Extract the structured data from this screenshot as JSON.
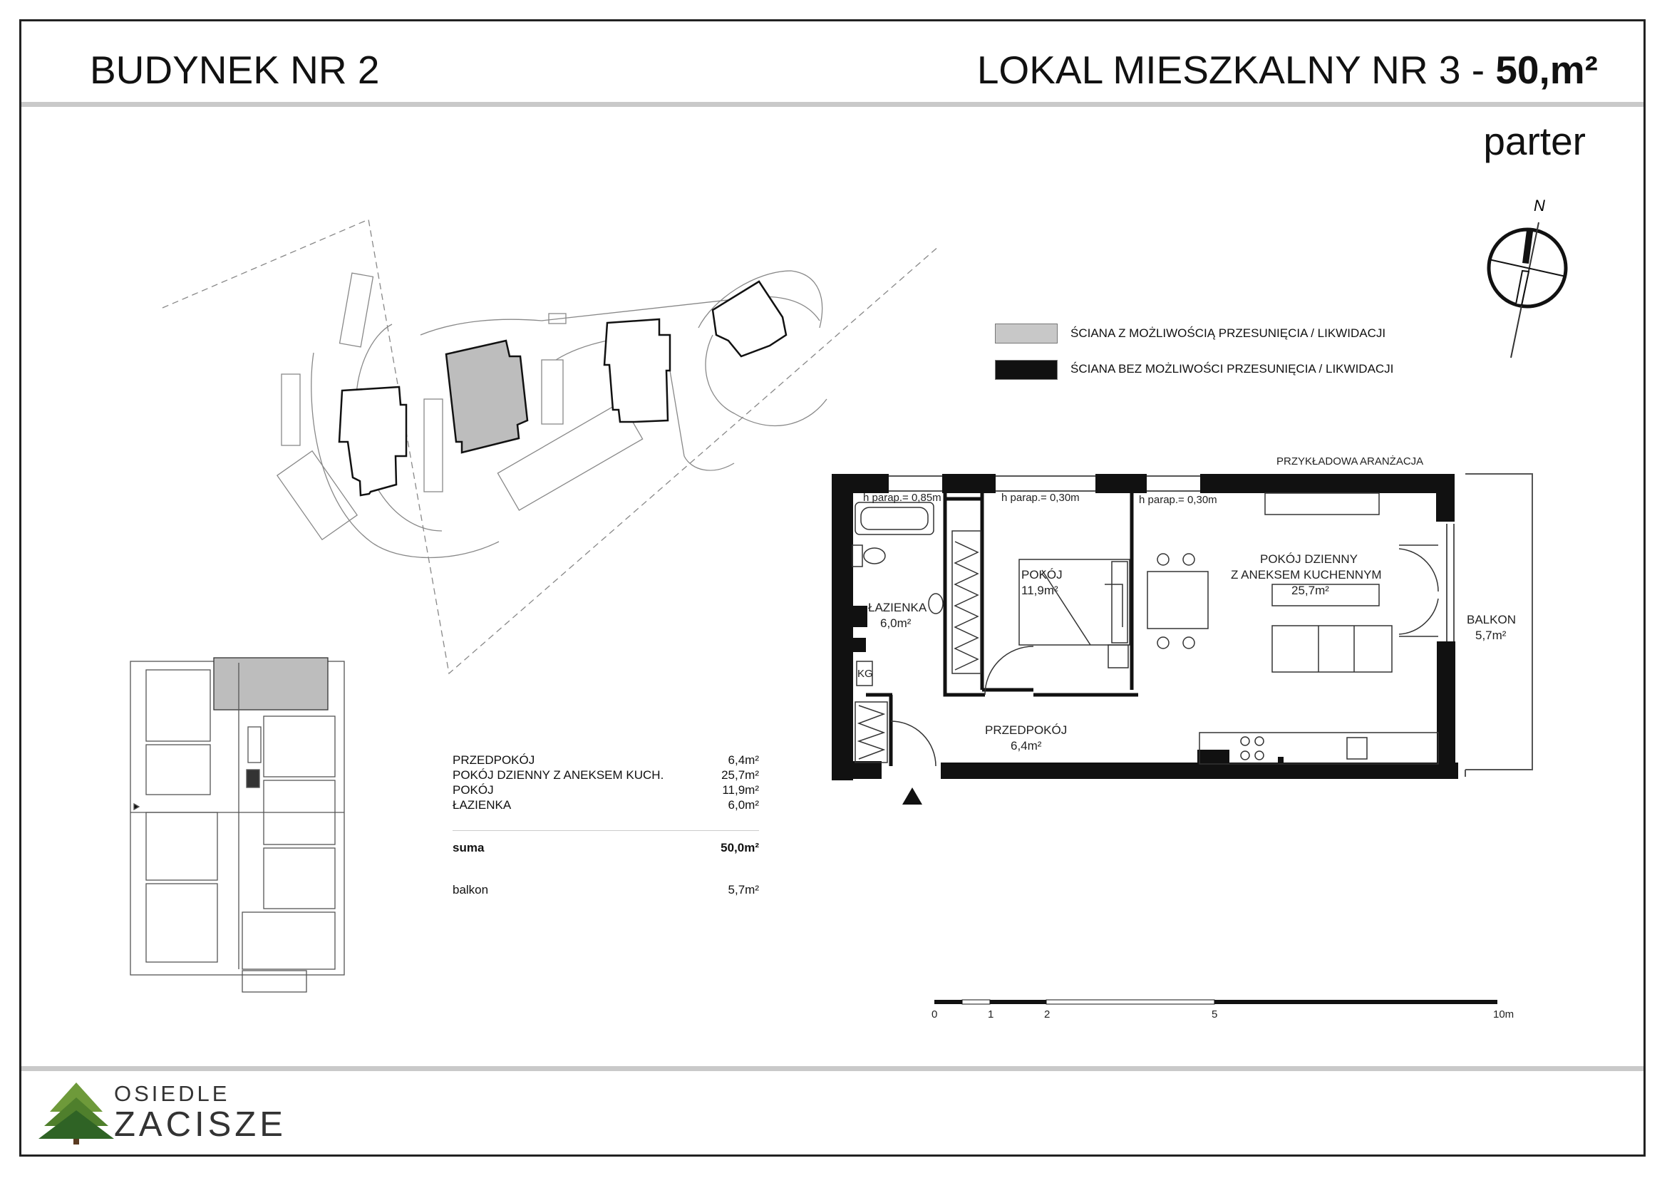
{
  "header": {
    "building": "BUDYNEK NR 2",
    "unit_prefix": "LOKAL MIESZKALNY NR 3 - ",
    "unit_area": "50,m²",
    "floor": "parter"
  },
  "compass": {
    "label": "N"
  },
  "legend": [
    {
      "label": "ŚCIANA Z MOŻLIWOŚCIĄ PRZESUNIĘCIA / LIKWIDACJI",
      "color": "#c8c8c8"
    },
    {
      "label": "ŚCIANA BEZ MOŻLIWOŚCI PRZESUNIĘCIA / LIKWIDACJI",
      "color": "#111111"
    }
  ],
  "plan": {
    "arrangement_label": "PRZYKŁADOWA ARANŻACJA",
    "parapets": [
      "h parap.= 0,85m",
      "h parap.= 0,30m",
      "h parap.= 0,30m"
    ],
    "rooms": {
      "bathroom": {
        "name": "ŁAZIENKA",
        "area": "6,0m²"
      },
      "room": {
        "name": "POKÓJ",
        "area": "11,9m²"
      },
      "living_line1": "POKÓJ DZIENNY",
      "living_line2": "Z ANEKSEM KUCHENNYM",
      "living_area": "25,7m²",
      "balcony": {
        "name": "BALKON",
        "area": "5,7m²"
      },
      "hall": {
        "name": "PRZEDPOKÓJ",
        "area": "6,4m²"
      }
    },
    "kg_label": "KG"
  },
  "areas": {
    "rows": [
      {
        "name": "PRZEDPOKÓJ",
        "value": "6,4m²"
      },
      {
        "name": "POKÓJ DZIENNY Z ANEKSEM KUCH.",
        "value": "25,7m²"
      },
      {
        "name": "POKÓJ",
        "value": "11,9m²"
      },
      {
        "name": "ŁAZIENKA",
        "value": "6,0m²"
      }
    ],
    "sum_label": "suma",
    "sum_value": "50,0m²",
    "balcony_label": "balkon",
    "balcony_value": "5,7m²"
  },
  "scale": {
    "ticks": [
      "0",
      "1",
      "2",
      "5",
      "10m"
    ]
  },
  "logo": {
    "line1": "OSIEDLE",
    "line2": "ZACISZE"
  }
}
